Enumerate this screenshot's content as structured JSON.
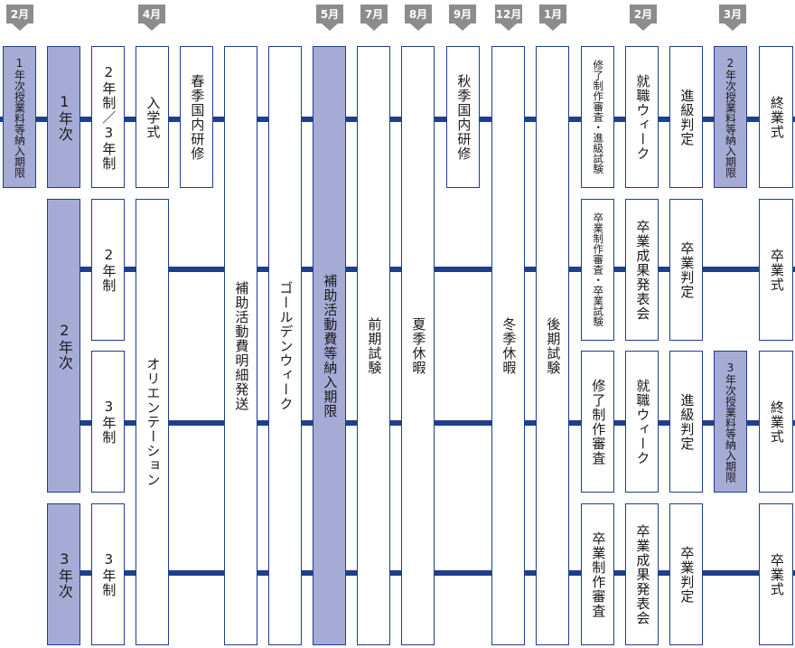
{
  "months": [
    "2月",
    "4月",
    "5月",
    "7月",
    "8月",
    "9月",
    "12月",
    "1月",
    "2月",
    "3月"
  ],
  "boxes": {
    "payment_year1": "1年次授業料等納入期限",
    "year1": "1年次",
    "year2": "2年次",
    "year3": "3年次",
    "course_2_3": "2年制／3年制",
    "course_2yr": "2年制",
    "course_3yr_a": "3年制",
    "course_3yr_b": "3年制",
    "entrance": "入学式",
    "orientation": "オリエンテーション",
    "spring_training": "春季国内研修",
    "subsidy_detail": "補助活動費明細発送",
    "golden_week": "ゴールデンウィーク",
    "subsidy_payment": "補助活動費等納入期限",
    "first_exam": "前期試験",
    "summer": "夏季休暇",
    "autumn_training": "秋季国内研修",
    "winter": "冬季休暇",
    "second_exam": "後期試験",
    "r1_review": "修了制作審査・進級試験",
    "r2_review": "卒業制作審査・卒業試験",
    "r3_review": "修了制作審査",
    "r4_review": "卒業制作審査",
    "r1_job": "就職ウィーク",
    "r2_present": "卒業成果発表会",
    "r3_job": "就職ウィーク",
    "r4_present": "卒業成果発表会",
    "r1_promo": "進級判定",
    "r2_grad": "卒業判定",
    "r3_promo": "進級判定",
    "r4_grad": "卒業判定",
    "payment_year2": "2年次授業料等納入期限",
    "payment_year3": "3年次授業料等納入期限",
    "r1_final": "終業式",
    "r2_final": "卒業式",
    "r3_final": "終業式",
    "r4_final": "卒業式"
  },
  "colors": {
    "line": "#1e3f8c",
    "shaded": "#a5abd5",
    "month_tab": "#8c8c8c"
  }
}
